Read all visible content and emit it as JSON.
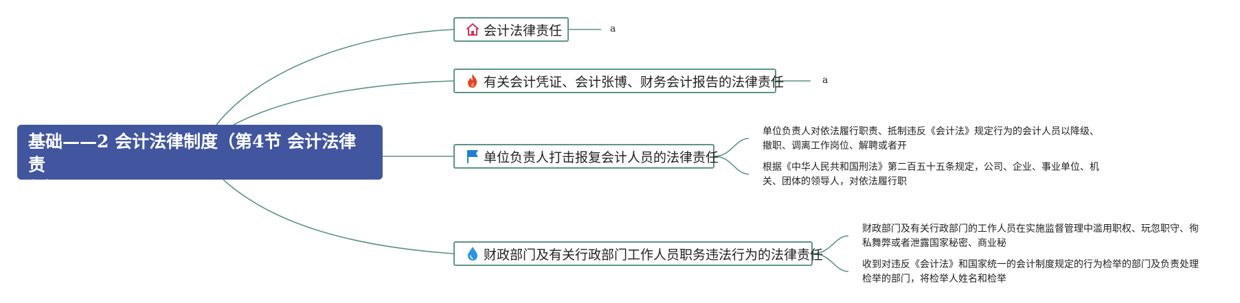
{
  "root": {
    "title_line1": "基础——2 会计法律制度（第4节 会计法律责",
    "title_line2": "任）"
  },
  "topics": [
    {
      "label": "会计法律责任",
      "icon": "house-icon",
      "note": "a"
    },
    {
      "label": "有关会计凭证、会计张博、财务会计报告的法律责任",
      "icon": "fire-icon",
      "note": "a"
    },
    {
      "label": "单位负责人打击报复会计人员的法律责任",
      "icon": "flag-icon",
      "children": [
        {
          "line1": "单位负责人对依法履行职责、抵制违反《会计法》规定行为的会计人员以降级、",
          "line2": "撤职、调离工作岗位、解聘或者开"
        },
        {
          "line1": "根据《中华人民共和国刑法》第二百五十五条规定，公司、企业、事业单位、机",
          "line2": "关、团体的领导人，对依法履行职"
        }
      ]
    },
    {
      "label": "财政部门及有关行政部门工作人员职务违法行为的法律责任",
      "icon": "water-drop-icon",
      "children": [
        {
          "line1": "财政部门及有关行政部门的工作人员在实施监督管理中滥用职权、玩忽职守、徇",
          "line2": "私舞弊或者泄露国家秘密、商业秘"
        },
        {
          "line1": "收到对违反《会计法》和国家统一的会计制度规定的行为检举的部门及负责处理",
          "line2": "检举的部门，将检举人姓名和检举"
        }
      ]
    }
  ],
  "colors": {
    "root_bg": "#4256a0",
    "connector": "#5b9482",
    "house_icon": "#d2335a",
    "fire_icon": "#e8402a",
    "flag_icon": "#1e7fd6",
    "drop_icon": "#2a93e6"
  }
}
